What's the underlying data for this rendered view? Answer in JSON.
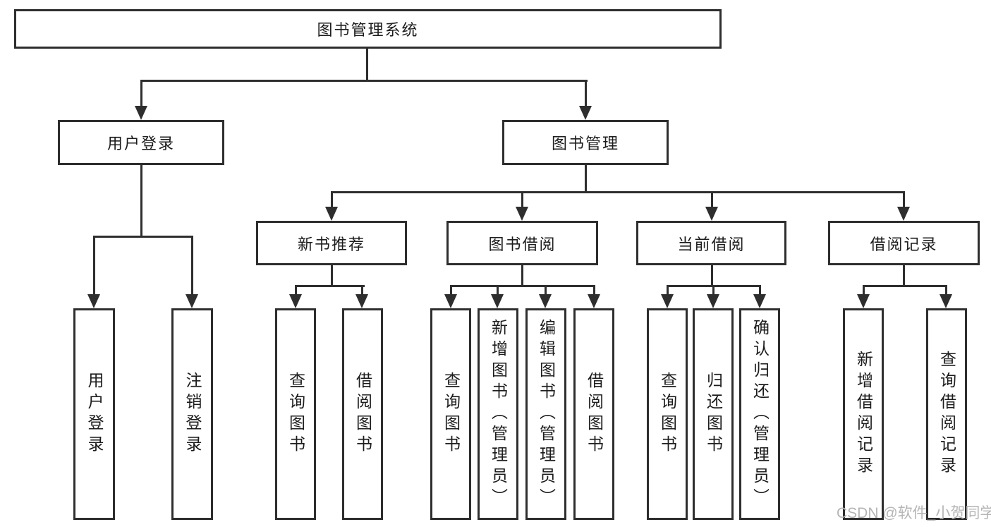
{
  "tree": {
    "label": "图书管理系统",
    "children": [
      {
        "label": "用户登录",
        "children": [
          {
            "label": "用户登录"
          },
          {
            "label": "注销登录"
          }
        ]
      },
      {
        "label": "图书管理",
        "children": [
          {
            "label": "新书推荐",
            "children": [
              {
                "label": "查询图书"
              },
              {
                "label": "借阅图书"
              }
            ]
          },
          {
            "label": "图书借阅",
            "children": [
              {
                "label": "查询图书"
              },
              {
                "label": "新增图书（管理员）"
              },
              {
                "label": "编辑图书（管理员）"
              },
              {
                "label": "借阅图书"
              }
            ]
          },
          {
            "label": "当前借阅",
            "children": [
              {
                "label": "查询图书"
              },
              {
                "label": "归还图书"
              },
              {
                "label": "确认归还（管理员）"
              }
            ]
          },
          {
            "label": "借阅记录",
            "children": [
              {
                "label": "新增借阅记录"
              },
              {
                "label": "查询借阅记录"
              }
            ]
          }
        ]
      }
    ]
  },
  "watermark": {
    "text": "CSDN @软件_小贺同学"
  },
  "colors": {
    "line": "#2e2e2e",
    "text": "#1c1c1c",
    "background": "#ffffff",
    "watermark_text": "#b5b5b5"
  }
}
